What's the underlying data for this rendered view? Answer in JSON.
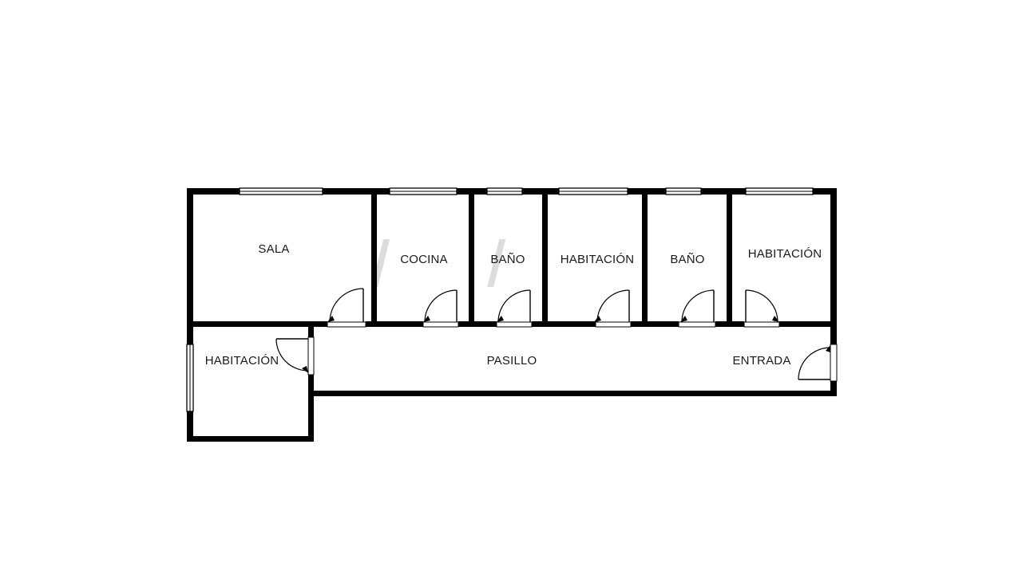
{
  "rooms": {
    "sala": "SALA",
    "cocina": "COCINA",
    "bano_1": "BAÑO",
    "habitacion_1": "HABITACIÓN",
    "bano_2": "BAÑO",
    "habitacion_2": "HABITACIÓN",
    "habitacion_3": "HABITACIÓN",
    "pasillo": "PASILLO",
    "entrada": "ENTRADA"
  },
  "colors": {
    "wall": "#000000",
    "background": "#ffffff",
    "label": "#1a1a1a"
  }
}
